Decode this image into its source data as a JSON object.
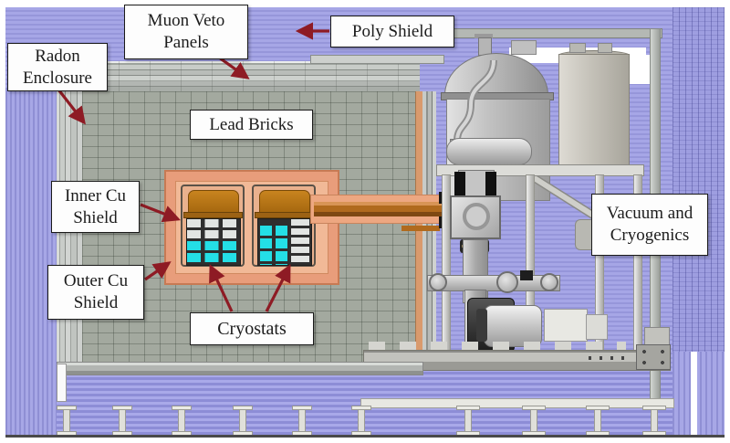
{
  "labels": {
    "muon_veto": {
      "line1": "Muon Veto",
      "line2": "Panels"
    },
    "poly_shield": {
      "line1": "Poly Shield"
    },
    "radon_enclosure": {
      "line1": "Radon",
      "line2": "Enclosure"
    },
    "lead_bricks": {
      "line1": "Lead Bricks"
    },
    "inner_cu_shield": {
      "line1": "Inner Cu",
      "line2": "Shield"
    },
    "outer_cu_shield": {
      "line1": "Outer Cu",
      "line2": "Shield"
    },
    "cryostats": {
      "line1": "Cryostats"
    },
    "vacuum_cryogenics": {
      "line1": "Vacuum and",
      "line2": "Cryogenics"
    }
  },
  "colors": {
    "poly_shield_purple": "#9c9cde",
    "lead_brick_gray": "#a3a99f",
    "copper_shield_salmon": "#e89d7b",
    "copper_vessel_bronze": "#b5731f",
    "detector_cyan": "#24dfe6",
    "arrow_dark_red": "#8e1b24",
    "label_background": "#fdfdfd",
    "label_border": "#1a1a1a"
  }
}
